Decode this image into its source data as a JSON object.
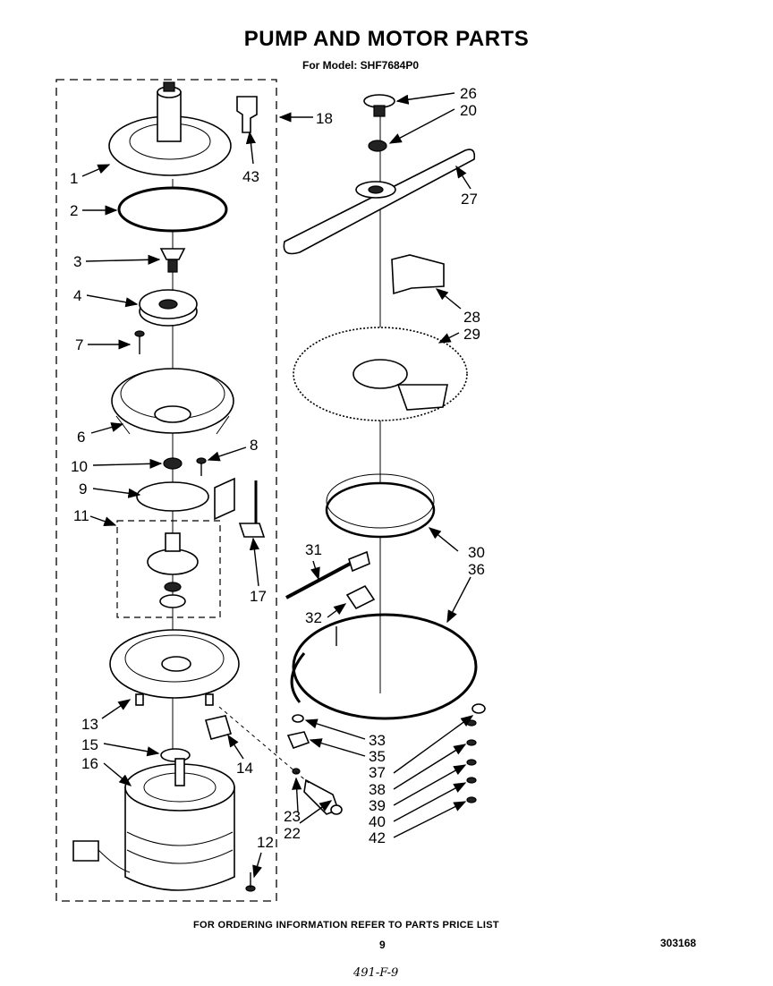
{
  "header": {
    "title": "PUMP AND MOTOR PARTS",
    "model_line": "For Model: SHF7684P0"
  },
  "footer": {
    "ordering_note": "FOR ORDERING INFORMATION REFER TO PARTS PRICE LIST",
    "page_number": "9",
    "document_number": "303168",
    "handwritten_note": "491-F-9"
  },
  "callouts": {
    "c1": "1",
    "c2": "2",
    "c3": "3",
    "c4": "4",
    "c6": "6",
    "c7": "7",
    "c8": "8",
    "c9": "9",
    "c10": "10",
    "c11": "11",
    "c12": "12",
    "c13": "13",
    "c14": "14",
    "c15": "15",
    "c16": "16",
    "c17": "17",
    "c18": "18",
    "c20": "20",
    "c22": "22",
    "c23": "23",
    "c26": "26",
    "c27": "27",
    "c28": "28",
    "c29": "29",
    "c30": "30",
    "c31": "31",
    "c32": "32",
    "c33": "33",
    "c35": "35",
    "c36": "36",
    "c37": "37",
    "c38": "38",
    "c39": "39",
    "c40": "40",
    "c42": "42",
    "c43": "43"
  }
}
